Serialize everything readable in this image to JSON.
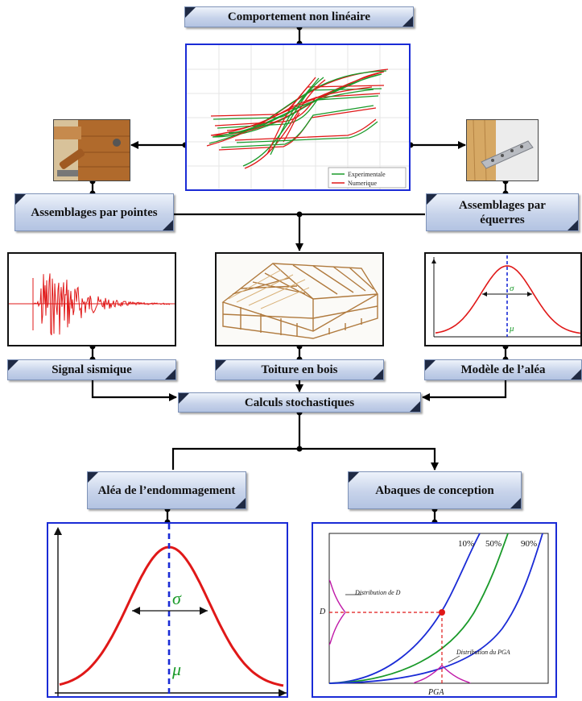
{
  "nodes": {
    "comportement": "Comportement non linéaire",
    "assemblages_pointes": "Assemblages par pointes",
    "assemblages_equerres": "Assemblages par équerres",
    "signal": "Signal sismique",
    "toiture": "Toiture en bois",
    "modele_alea": "Modèle de l’aléa",
    "calculs": "Calculs stochastiques",
    "alea_endommagement": "Aléa de l’endommagement",
    "abaques": "Abaques de conception"
  },
  "hysteresis_legend": [
    "Experimentale",
    "Numerique"
  ],
  "colors": {
    "experimental": "#1a9a2a",
    "numerique": "#e01818",
    "box_fill": "#c7d3ea",
    "frame_blue": "#1a2bd6",
    "mean_line": "#1a2bd6"
  },
  "gauss_small": {
    "sigma": "σ",
    "mu": "μ"
  },
  "gauss_large": {
    "sigma": "σ",
    "mu": "μ"
  },
  "abaque": {
    "curve_labels": [
      "10%",
      "50%",
      "90%"
    ],
    "dist_d": "Distribution de D",
    "dist_pga": "Distribution du PGA",
    "y_axis": "D",
    "x_axis": "PGA"
  }
}
